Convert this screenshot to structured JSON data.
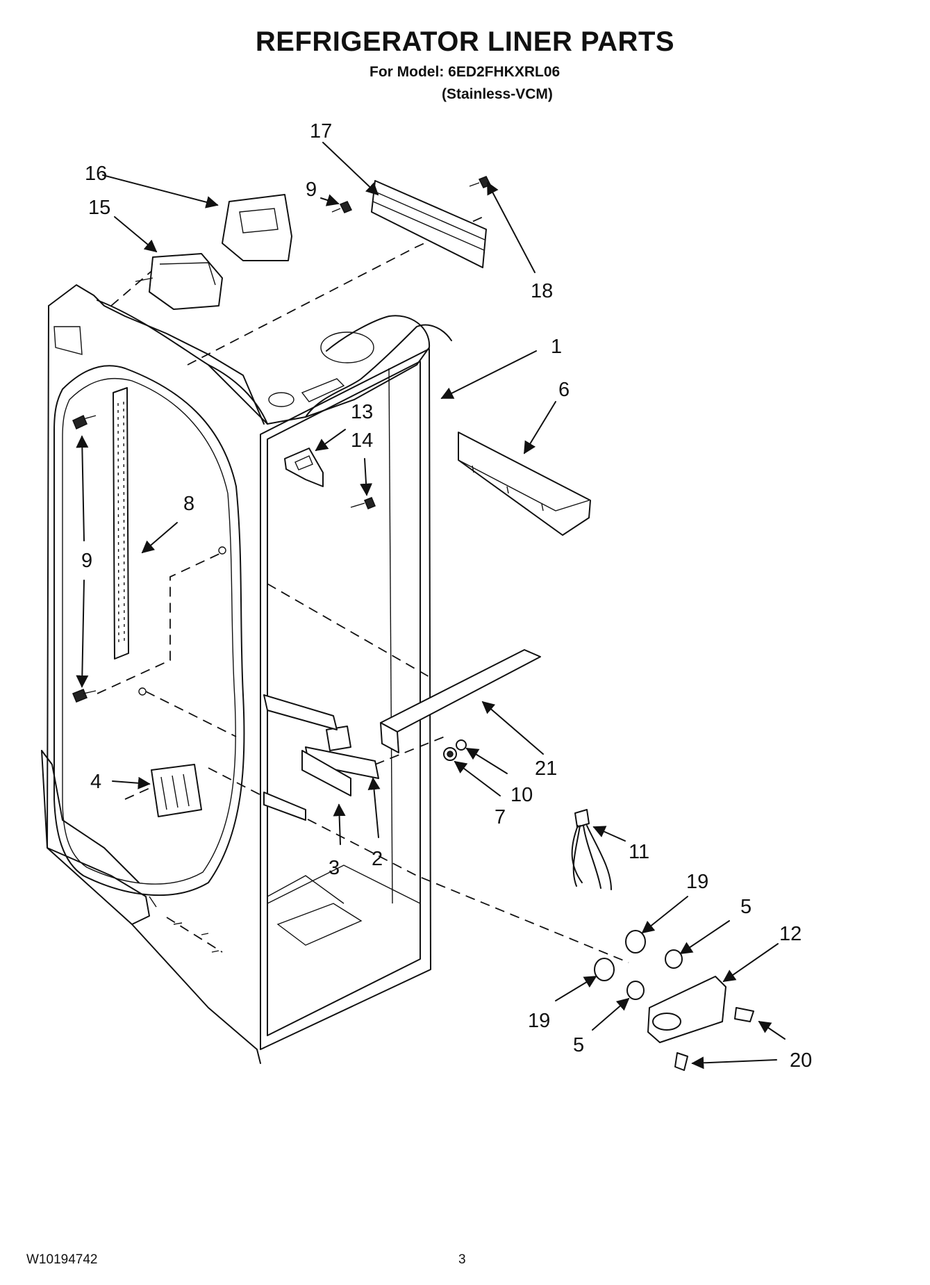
{
  "header": {
    "title": "REFRIGERATOR LINER PARTS",
    "model_line": "For Model: 6ED2FHKXRL06",
    "finish_line": "(Stainless-VCM)"
  },
  "footer": {
    "doc_number": "W10194742",
    "page_number": "3"
  },
  "callouts": {
    "c1": "1",
    "c2": "2",
    "c3": "3",
    "c4": "4",
    "c5a": "5",
    "c5b": "5",
    "c6": "6",
    "c7": "7",
    "c8": "8",
    "c9a": "9",
    "c9b": "9",
    "c10": "10",
    "c11": "11",
    "c12": "12",
    "c13": "13",
    "c14": "14",
    "c15": "15",
    "c16": "16",
    "c17": "17",
    "c18": "18",
    "c19a": "19",
    "c19b": "19",
    "c20": "20",
    "c21": "21"
  }
}
